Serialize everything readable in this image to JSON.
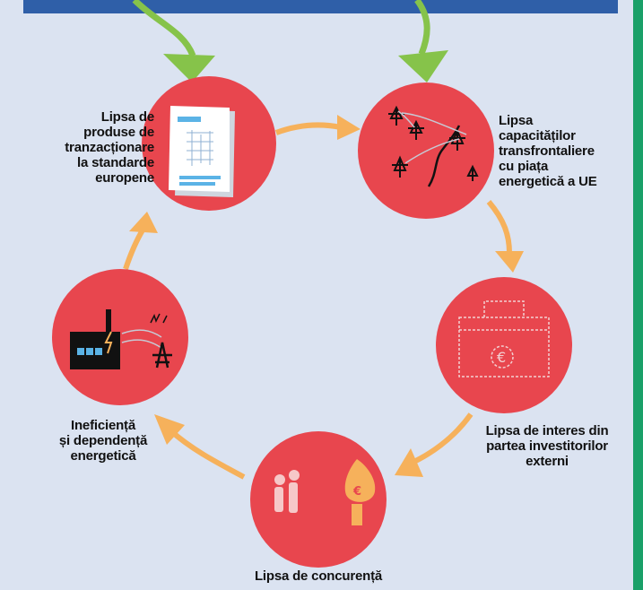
{
  "colors": {
    "background": "#dbe3f1",
    "header": "#2f5fa8",
    "strip": "#1aa068",
    "node": "#e8464e",
    "arrow_orange": "#f6b15b",
    "arrow_green": "#86c34a"
  },
  "nodes": [
    {
      "id": "products",
      "icon": "document-icon",
      "lines": [
        "Lipsa de",
        "produse de",
        "tranzacționare",
        "la standarde",
        "europene"
      ]
    },
    {
      "id": "capacity",
      "icon": "power-lines-icon",
      "lines": [
        "Lipsa",
        "capacităților",
        "transfrontaliere",
        "cu piața",
        "energetică a UE"
      ]
    },
    {
      "id": "investors",
      "icon": "briefcase-euro-icon",
      "lines": [
        "Lipsa de interes din",
        "partea investitorilor",
        "externi"
      ]
    },
    {
      "id": "competition",
      "icon": "people-moneybag-icon",
      "lines": [
        "Lipsa de concurență"
      ]
    },
    {
      "id": "inefficiency",
      "icon": "factory-icon",
      "lines": [
        "Ineficiență",
        "și dependență",
        "energetică"
      ]
    }
  ]
}
